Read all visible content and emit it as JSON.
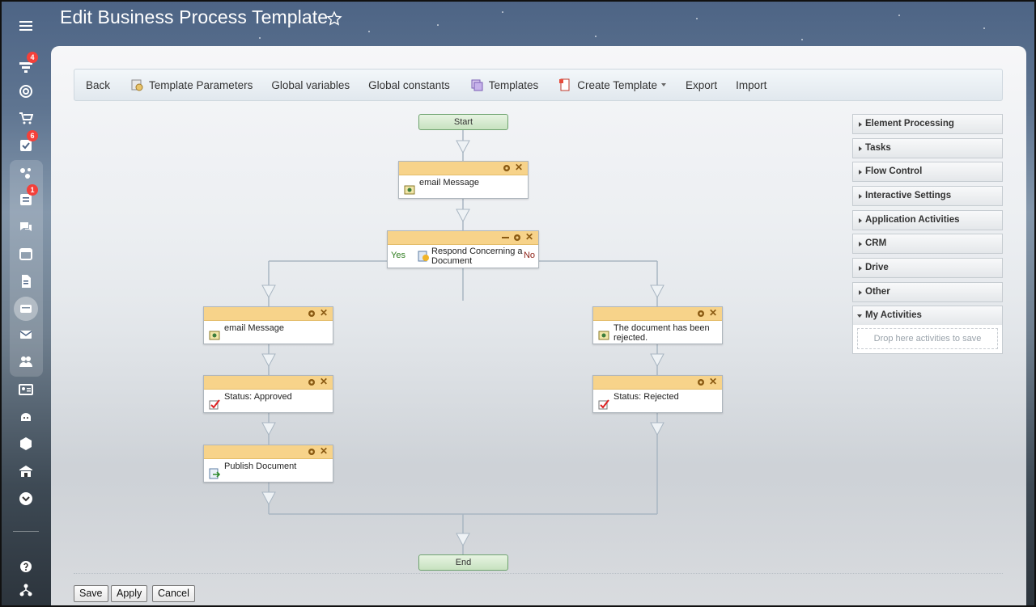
{
  "page": {
    "title": "Edit Business Process Template"
  },
  "rail": {
    "badges": {
      "funnel": "4",
      "tasks": "6",
      "feed": "1"
    }
  },
  "toolbar": {
    "back": "Back",
    "template_parameters": "Template Parameters",
    "global_variables": "Global variables",
    "global_constants": "Global constants",
    "templates": "Templates",
    "create_template": "Create Template",
    "export": "Export",
    "import": "Import"
  },
  "flow": {
    "start": "Start",
    "end": "End",
    "email_message_1": "email Message",
    "respond": "Respond Concerning a Document",
    "yes": "Yes",
    "no": "No",
    "email_message_2": "email Message",
    "status_approved": "Status: Approved",
    "publish_document": "Publish Document",
    "document_rejected": "The document has been rejected.",
    "status_rejected": "Status: Rejected"
  },
  "sidebar": {
    "sections": [
      {
        "label": "Element Processing"
      },
      {
        "label": "Tasks"
      },
      {
        "label": "Flow Control"
      },
      {
        "label": "Interactive Settings"
      },
      {
        "label": "Application Activities"
      },
      {
        "label": "CRM"
      },
      {
        "label": "Drive"
      },
      {
        "label": "Other"
      },
      {
        "label": "My Activities"
      }
    ],
    "drop_hint": "Drop here activities to save"
  },
  "buttons": {
    "save": "Save",
    "apply": "Apply",
    "cancel": "Cancel"
  },
  "colors": {
    "activity_header": "#f7d38a",
    "terminal_green": "#c7e2bf",
    "yes_color": "#2f7d1f",
    "no_color": "#8c1f14"
  }
}
